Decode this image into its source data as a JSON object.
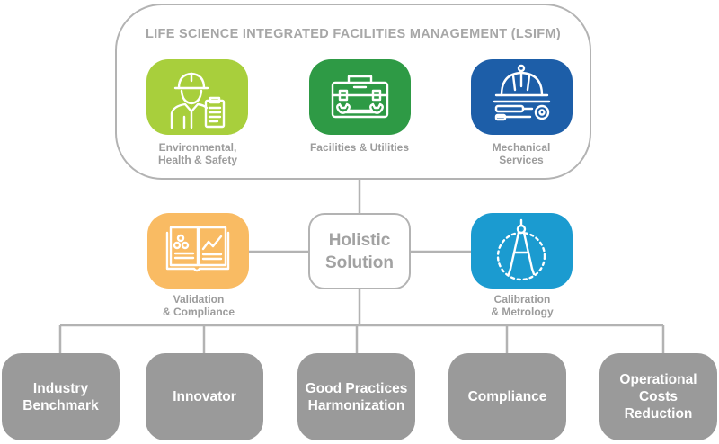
{
  "diagram": {
    "title": "LIFE SCIENCE INTEGRATED FACILITIES MANAGEMENT (LSIFM)",
    "services": [
      {
        "label_line1": "Environmental,",
        "label_line2": "Health & Safety",
        "color": "#a8cf3c",
        "icon": "worker-clipboard-icon"
      },
      {
        "label_line1": "Facilities & Utilities",
        "label_line2": "",
        "color": "#2e9a45",
        "icon": "toolbox-icon"
      },
      {
        "label_line1": "Mechanical",
        "label_line2": "Services",
        "color": "#1d5ea8",
        "icon": "hardhat-tools-icon"
      }
    ],
    "center": {
      "line1": "Holistic",
      "line2": "Solution"
    },
    "side_services": [
      {
        "label_line1": "Validation",
        "label_line2": "& Compliance",
        "color": "#f9bb63",
        "icon": "validation-book-icon"
      },
      {
        "label_line1": "Calibration",
        "label_line2": "& Metrology",
        "color": "#1b9bd0",
        "icon": "compass-icon"
      }
    ],
    "outcomes": [
      {
        "line1": "Industry",
        "line2": "Benchmark"
      },
      {
        "line1": "Innovator",
        "line2": ""
      },
      {
        "line1": "Good Practices",
        "line2": "Harmonization"
      },
      {
        "line1": "Compliance",
        "line2": ""
      },
      {
        "line1": "Operational",
        "line2": "Costs Reduction"
      }
    ],
    "colors": {
      "line": "#b3b3b3",
      "outcome_box": "#9a9a9a",
      "caption": "#9c9c9c"
    }
  }
}
